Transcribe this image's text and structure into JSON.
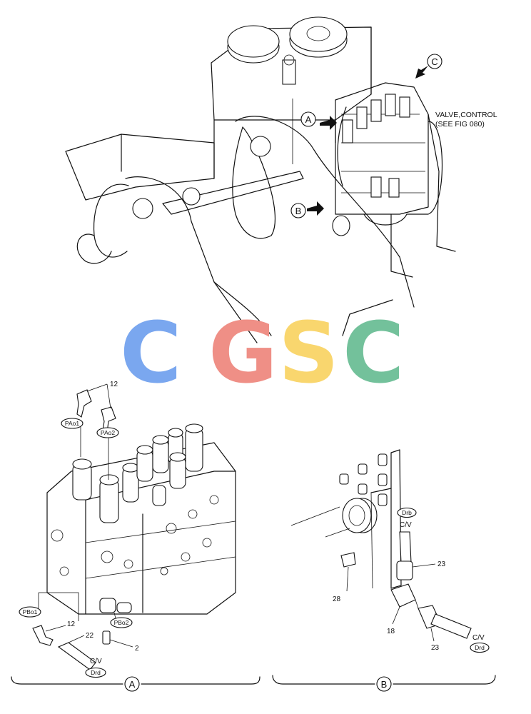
{
  "callouts": {
    "A": "A",
    "B": "B",
    "C": "C"
  },
  "note": {
    "line1": "VALVE,CONTROL",
    "line2": "(SEE FIG 080)"
  },
  "watermark": {
    "text": "CGSC",
    "letters": [
      "C",
      "G",
      "S",
      "C"
    ],
    "colors": [
      "#7aa7ef",
      "#ef8f86",
      "#f9d66e",
      "#73c19b"
    ]
  },
  "detail_a": {
    "label": "A",
    "ports": [
      "PAo1",
      "PAo2",
      "PBo1",
      "PBo2",
      "Drd"
    ],
    "parts": [
      "12",
      "12",
      "22",
      "2"
    ],
    "cv": "C/V"
  },
  "detail_b": {
    "label": "B",
    "ports": [
      "Drb",
      "Drd"
    ],
    "parts": [
      "23",
      "28",
      "18",
      "23"
    ],
    "cv_top": "C/V",
    "cv_bottom": "C/V"
  }
}
